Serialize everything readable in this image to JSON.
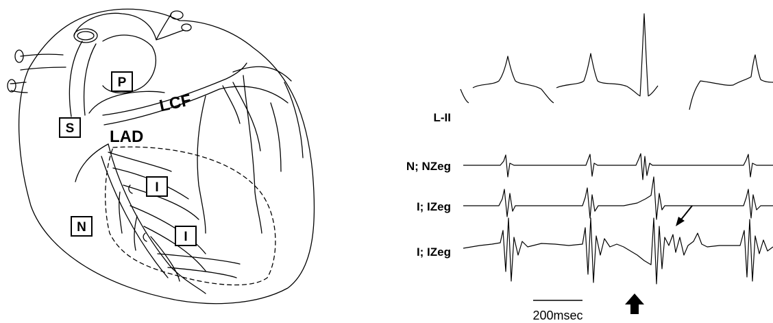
{
  "heart": {
    "vessel_labels": {
      "lcf": "LCF",
      "lad": "LAD"
    },
    "box_labels": {
      "p": "P",
      "s": "S",
      "n": "N",
      "i_upper": "I",
      "i_lower": "I"
    }
  },
  "traces": [
    {
      "label": "L-II"
    },
    {
      "label": "N; NZeg"
    },
    {
      "label": "I; IZeg"
    },
    {
      "label": "I; IZeg"
    }
  ],
  "scale_bar": {
    "label": "200msec"
  },
  "colors": {
    "ink": "#000000",
    "background": "#ffffff"
  },
  "icons": {
    "large_arrow": "up-arrow-icon",
    "small_arrow": "diagonal-arrow-icon"
  }
}
